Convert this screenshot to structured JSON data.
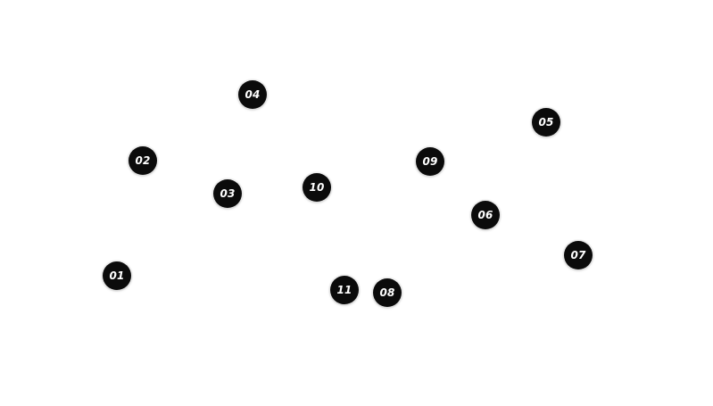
{
  "markers": [
    {
      "label": "01"
    },
    {
      "label": "02"
    },
    {
      "label": "03"
    },
    {
      "label": "04"
    },
    {
      "label": "05"
    },
    {
      "label": "06"
    },
    {
      "label": "07"
    },
    {
      "label": "08"
    },
    {
      "label": "09"
    },
    {
      "label": "10"
    },
    {
      "label": "11"
    }
  ],
  "colors": {
    "background": "#ffffff",
    "marker_fill": "#0b0b0b",
    "marker_text": "#ffffff"
  }
}
